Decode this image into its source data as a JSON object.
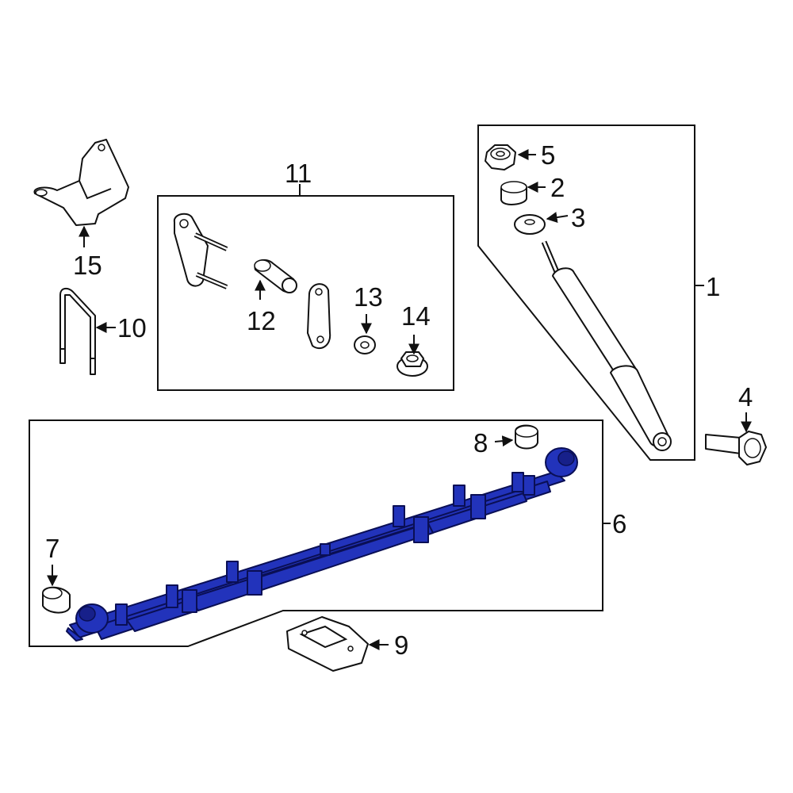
{
  "diagram": {
    "highlight_color": "#2233bb",
    "callouts": {
      "c1": "1",
      "c2": "2",
      "c3": "3",
      "c4": "4",
      "c5": "5",
      "c6": "6",
      "c7": "7",
      "c8": "8",
      "c9": "9",
      "c10": "10",
      "c11": "11",
      "c12": "12",
      "c13": "13",
      "c14": "14",
      "c15": "15"
    },
    "highlighted_part": "6"
  }
}
